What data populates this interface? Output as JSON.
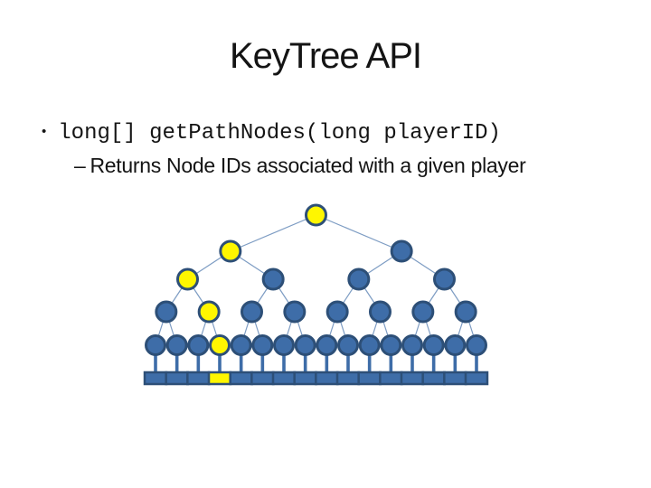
{
  "slide": {
    "title": "KeyTree API",
    "bullet": {
      "marker": "•",
      "code": "long[] getPathNodes(long playerID)"
    },
    "sub_bullet": {
      "marker": "–",
      "text": "Returns Node IDs associated with a given player"
    }
  },
  "diagram": {
    "type": "binary-tree",
    "description": "Complete binary key tree; yellow nodes mark the path of node IDs from the root down to one highlighted leaf (4th leaf from the left).",
    "levels": [
      {
        "count": 1,
        "highlighted": [
          0
        ]
      },
      {
        "count": 2,
        "highlighted": [
          0
        ]
      },
      {
        "count": 4,
        "highlighted": [
          0
        ]
      },
      {
        "count": 8,
        "highlighted": [
          1
        ]
      },
      {
        "count": 16,
        "highlighted": [
          3
        ]
      }
    ],
    "leaf_squares": {
      "count": 16,
      "highlighted": [
        3
      ]
    },
    "colors": {
      "node_fill": "#3E6DA8",
      "node_stroke": "#2D4F77",
      "highlight_fill": "#FFF600",
      "edge_line": "#7D9CC3",
      "stem": "#3E6DA8"
    }
  }
}
